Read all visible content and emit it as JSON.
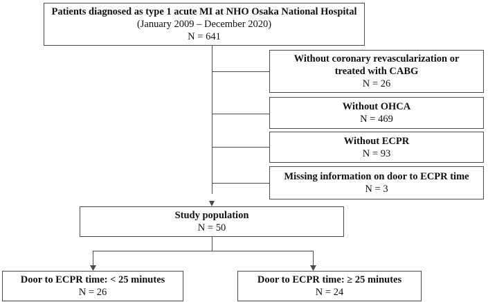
{
  "top_box": {
    "title": "Patients diagnosed as type 1 acute MI at NHO Osaka National Hospital",
    "period": "(January 2009 – December 2020)",
    "count": "N = 641"
  },
  "exclusions": [
    {
      "line1": "Without coronary revascularization or",
      "line2": "treated with CABG",
      "count": "N = 26"
    },
    {
      "line1": "Without OHCA",
      "count": "N = 469"
    },
    {
      "line1": "Without ECPR",
      "count": "N = 93"
    },
    {
      "line1": "Missing information on door to ECPR time",
      "count": "N = 3"
    }
  ],
  "study_box": {
    "title": "Study population",
    "count": "N = 50"
  },
  "groups": [
    {
      "title": "Door to ECPR time: < 25 minutes",
      "count": "N = 26"
    },
    {
      "title": "Door to ECPR time: ≥ 25 minutes",
      "count": "N = 24"
    }
  ]
}
